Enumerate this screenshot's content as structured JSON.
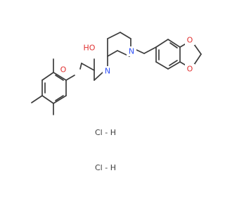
{
  "colors": {
    "bond": "#3c3c3c",
    "oxygen": "#e03030",
    "nitrogen": "#3050f8",
    "text": "#3c3c3c"
  },
  "atoms": {
    "ether_o": "O",
    "hydroxyl": "HO",
    "n1": "N",
    "n2": "N",
    "diox_o1": "O",
    "diox_o2": "O"
  },
  "salts": [
    "Cl - H",
    "Cl - H"
  ]
}
